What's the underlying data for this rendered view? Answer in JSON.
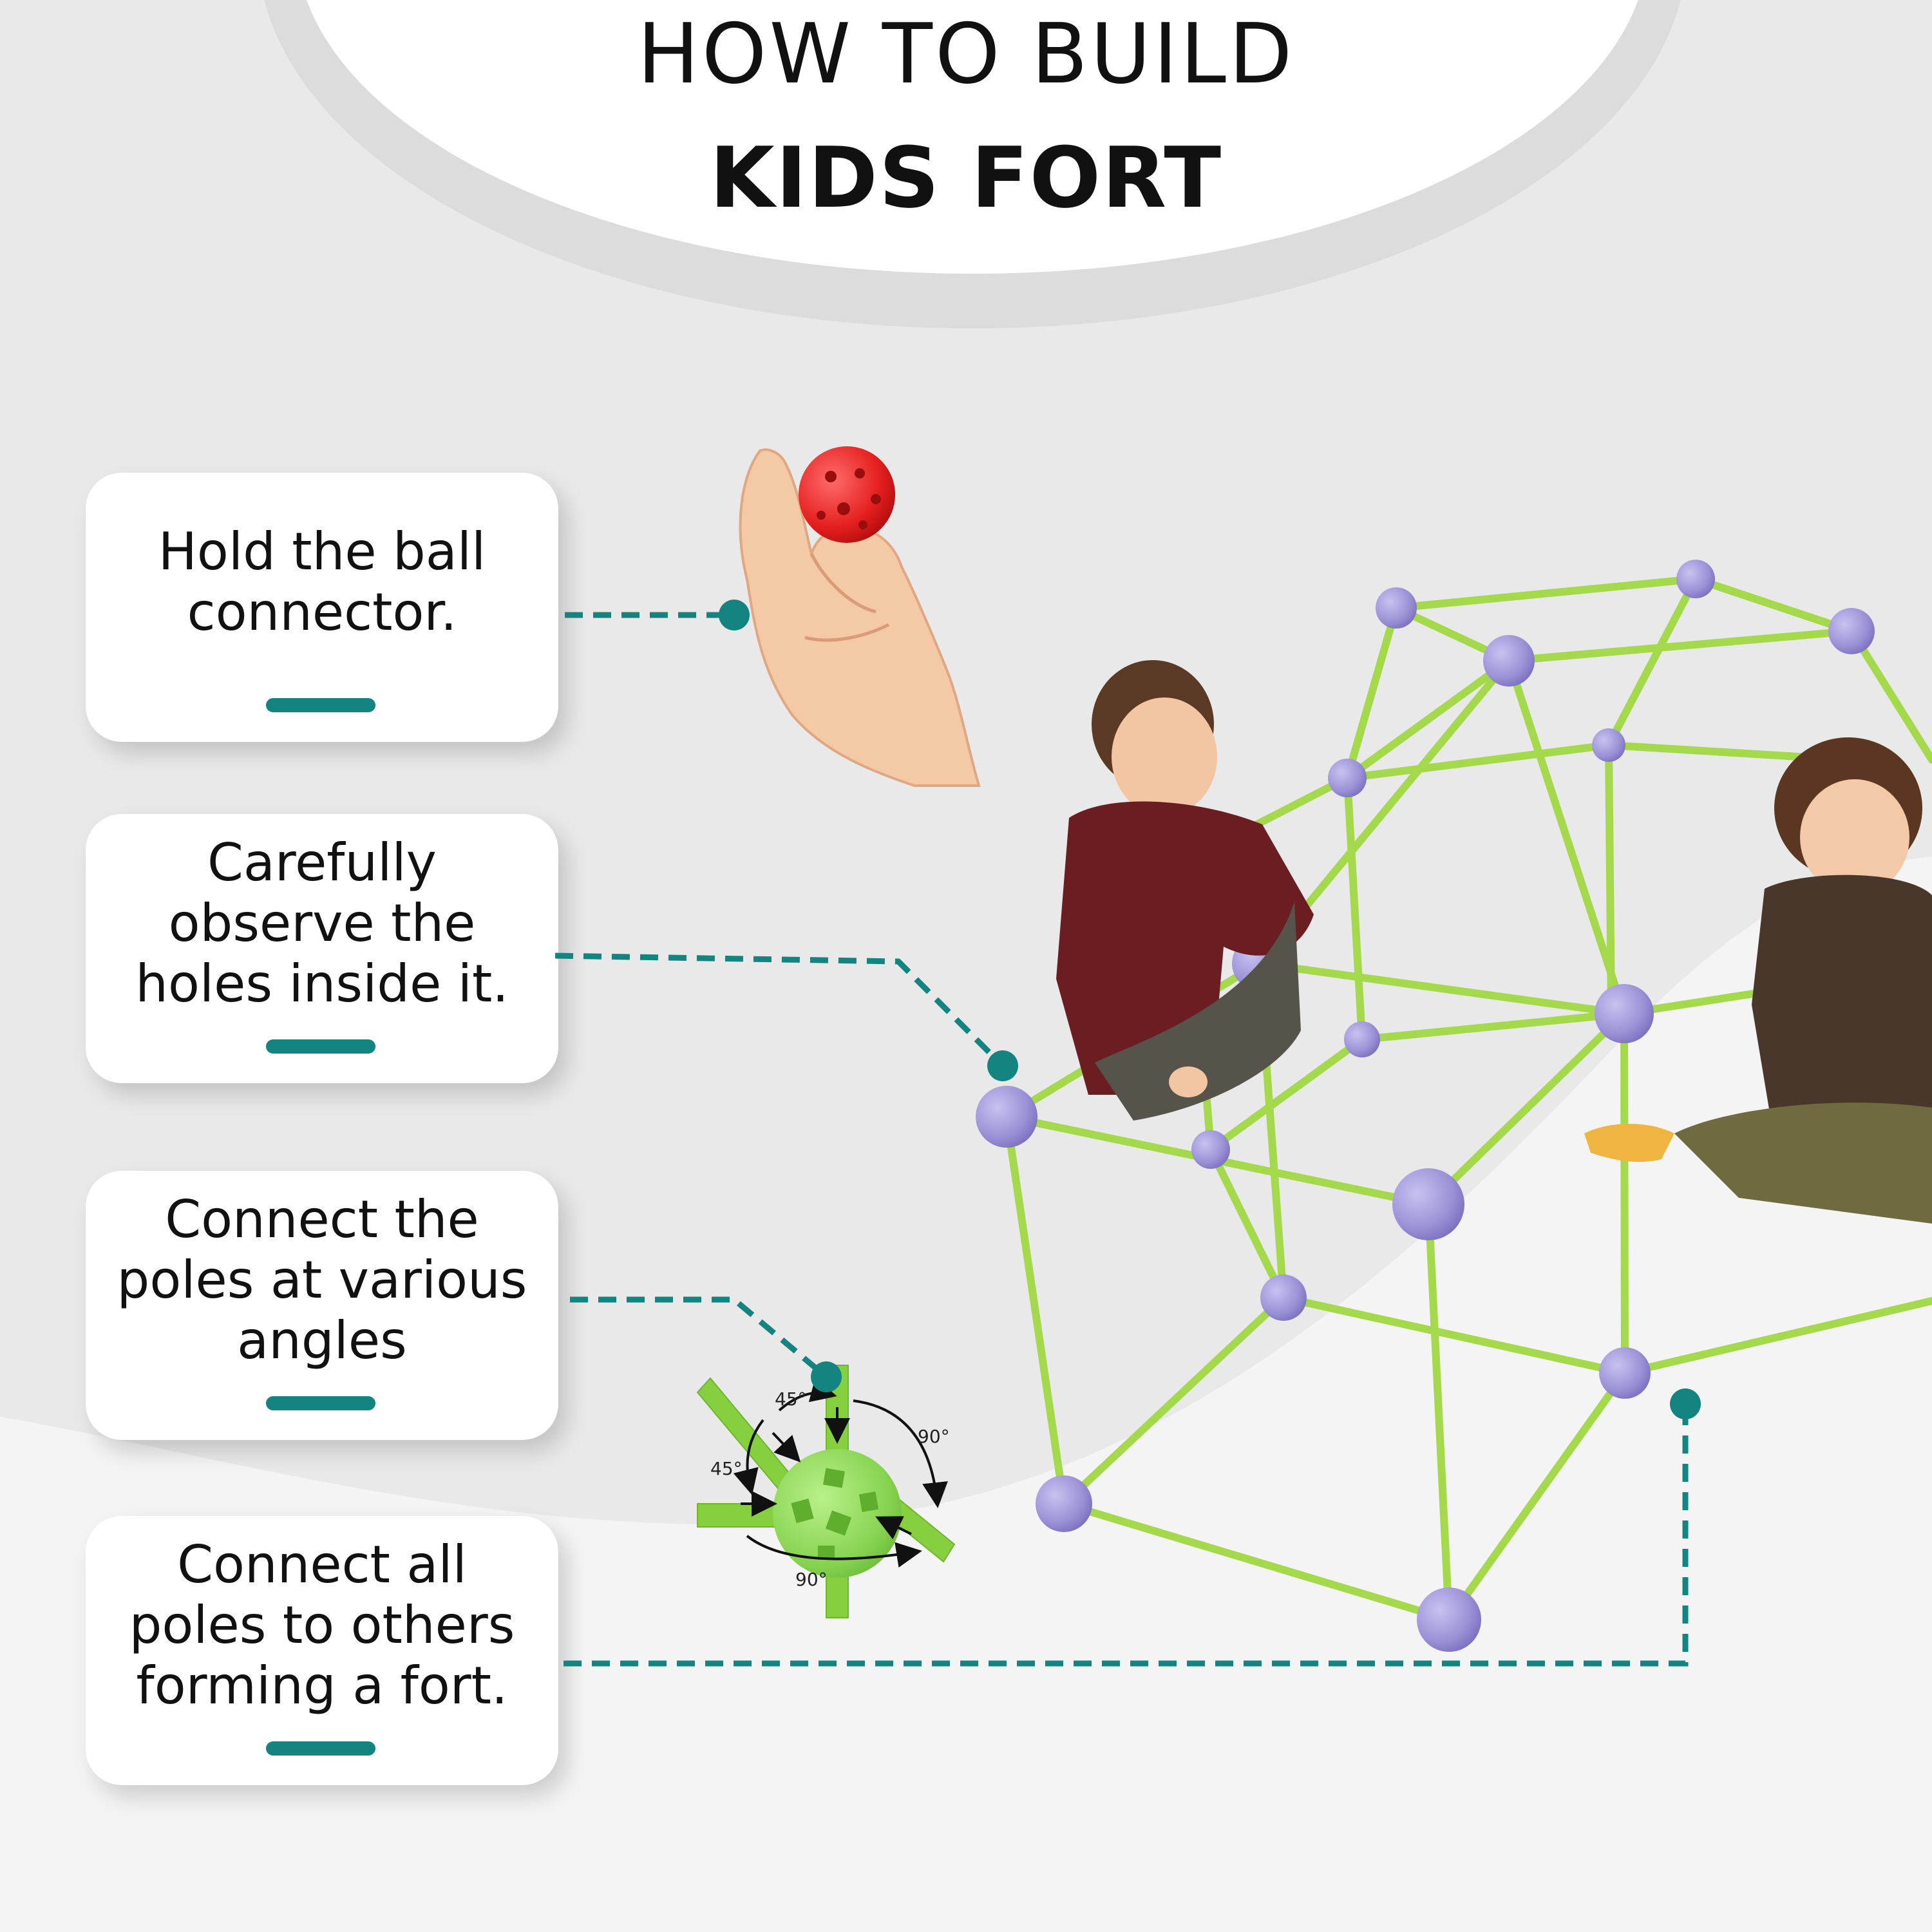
{
  "header": {
    "line1": "HOW TO BUILD",
    "line2": "KIDS FORT"
  },
  "steps": [
    {
      "text": "Hold the ball\nconnector."
    },
    {
      "text": "Carefully\nobserve the\nholes inside it."
    },
    {
      "text": "Connect the\npoles at various\nangles"
    },
    {
      "text": "Connect all\npoles to others\nforming a fort."
    }
  ],
  "angle_diagram": {
    "labels": [
      "45°",
      "90°",
      "45°",
      "90°"
    ]
  },
  "colors": {
    "accent": "#138480",
    "pole": "#9fd63e",
    "ball": "#9c92d8",
    "red_ball": "#e12626",
    "background": "#e9e9ea"
  }
}
